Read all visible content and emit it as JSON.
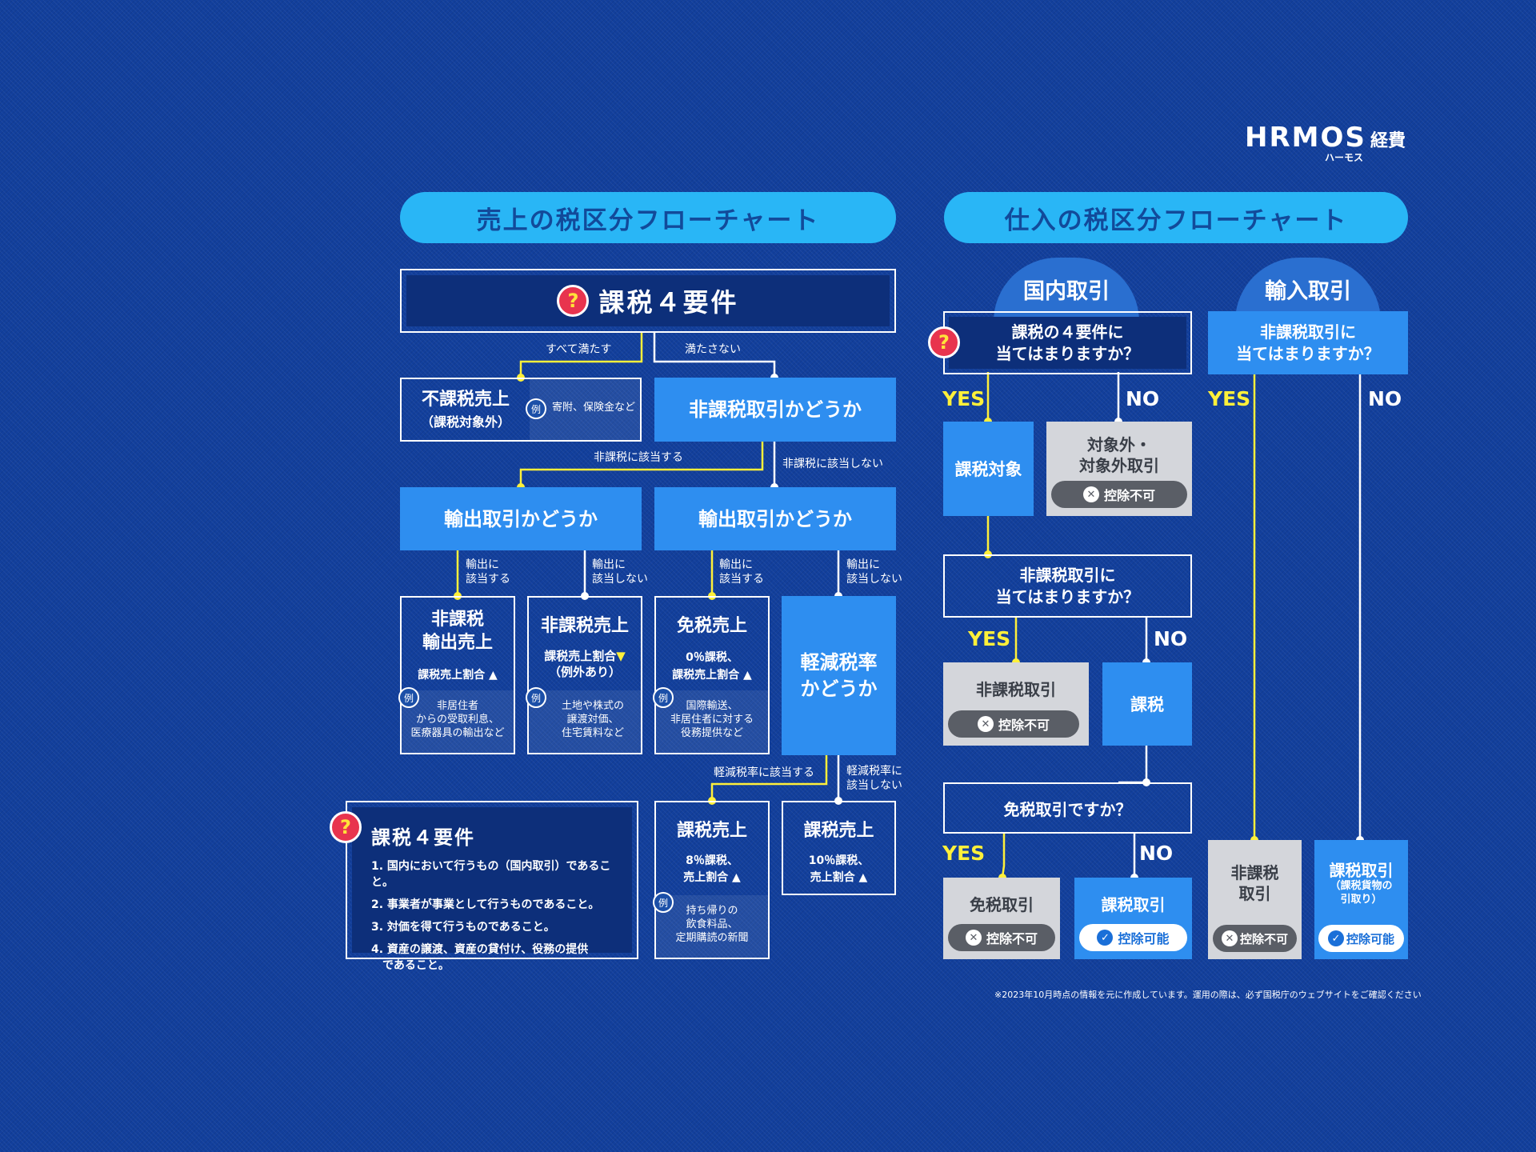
{
  "logo": {
    "brand": "HRMOS",
    "brand_suffix": "経費",
    "kana": "ハーモス"
  },
  "sales": {
    "title": "売上の税区分フローチャート",
    "top": {
      "label": "課税４要件"
    },
    "l_all": "すべて満たす",
    "l_not": "満たさない",
    "fukazei": {
      "title": "不課税売上",
      "sub": "（課税対象外）",
      "ex_mark": "例",
      "ex": "寄附、保険金など"
    },
    "hikazei_q": "非課税取引かどうか",
    "l_hika_yes": "非課税に該当する",
    "l_hika_no": "非課税に該当しない",
    "export_q1": "輸出取引かどうか",
    "export_q2": "輸出取引かどうか",
    "l_ex1_yes": "輸出に\n該当する",
    "l_ex1_no": "輸出に\n該当しない",
    "l_ex2_yes": "輸出に\n該当する",
    "l_ex2_no": "輸出に\n該当しない",
    "b1": {
      "title": "非課税\n輸出売上",
      "ratio": "課税売上割合",
      "ex_mark": "例",
      "ex": "非居住者\nからの受取利息、\n医療器具の輸出など"
    },
    "b2": {
      "title": "非課税売上",
      "ratio": "課税売上割合",
      "note": "（例外あり）",
      "ex_mark": "例",
      "ex": "土地や株式の\n譲渡対価、\n住宅賃料など"
    },
    "b3": {
      "title": "免税売上",
      "sub": "0％課税、",
      "ratio": "課税売上割合",
      "ex_mark": "例",
      "ex": "国際輸送、\n非居住者に対する\n役務提供など"
    },
    "b4": {
      "title": "軽減税率\nかどうか"
    },
    "l_kei_yes": "軽減税率に該当する",
    "l_kei_no": "軽減税率に\n該当しない",
    "c1": {
      "title": "課税売上",
      "sub": "8％課税、",
      "ratio": "売上割合",
      "ex_mark": "例",
      "ex": "持ち帰りの\n飲食料品、\n定期購読の新聞"
    },
    "c2": {
      "title": "課税売上",
      "sub": "10％課税、",
      "ratio": "売上割合"
    },
    "req": {
      "title": "課税４要件",
      "items": [
        "1. 国内において行うもの（国内取引）であること。",
        "2. 事業者が事業として行うものであること。",
        "3. 対価を得て行うものであること。",
        "4. 資産の譲渡、資産の貸付け、役務の提供\n　であること。"
      ]
    }
  },
  "purchase": {
    "title": "仕入の税区分フローチャート",
    "domestic": "国内取引",
    "import": "輸入取引",
    "q1": "課税の４要件に\n当てはまりますか？",
    "yes": "YES",
    "no": "NO",
    "taisho": "課税対象",
    "taishogai": "対象外・\n対象外取引",
    "deduct_no": "控除不可",
    "deduct_ok": "控除可能",
    "q2": "非課税取引に\n当てはまりますか？",
    "hikazei": "非課税取引",
    "kazei": "課税",
    "q3": "免税取引ですか？",
    "menzei": "免税取引",
    "kazei_torihiki": "課税取引",
    "q_imp": "非課税取引に\n当てはまりますか？",
    "imp_hika": "非課税\n取引",
    "imp_kazei": "課税取引",
    "imp_kazei_sub": "（課税貨物の\n引取り）"
  },
  "footnote": "※2023年10月時点の情報を元に作成しています。運用の際は、必ず国税庁のウェブサイトをご確認ください",
  "colors": {
    "bg": "#123f9c",
    "pill": "#29b6f6",
    "box": "#2e8ef0",
    "dark": "#0d2f7a",
    "yes": "#fff03a",
    "question": "#e8344e"
  }
}
